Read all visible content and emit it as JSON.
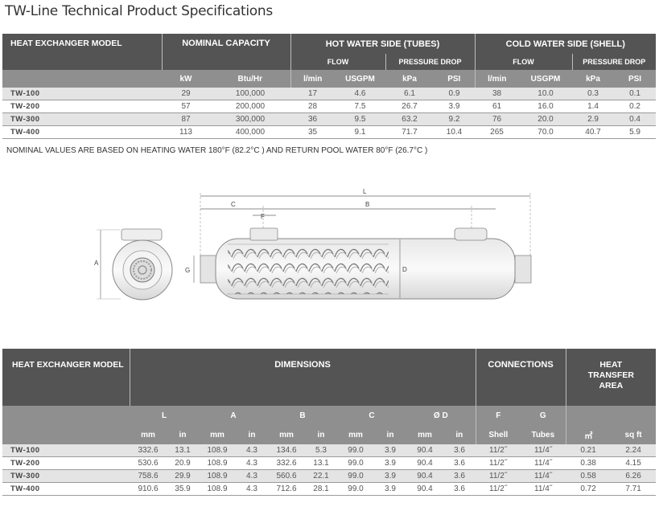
{
  "title": "TW-Line Technical Product Specifications",
  "table1": {
    "headers": {
      "model": "HEAT EXCHANGER MODEL",
      "nominal_capacity": "NOMINAL CAPACITY",
      "hot_side": "HOT WATER SIDE (TUBES)",
      "cold_side": "COLD WATER SIDE (SHELL)",
      "flow": "FLOW",
      "pressure_drop": "PRESSURE DROP"
    },
    "units": [
      "kW",
      "Btu/Hr",
      "l/min",
      "USGPM",
      "kPa",
      "PSI",
      "l/min",
      "USGPM",
      "kPa",
      "PSI"
    ],
    "rows": [
      {
        "model": "TW-100",
        "cells": [
          "29",
          "100,000",
          "17",
          "4.6",
          "6.1",
          "0.9",
          "38",
          "10.0",
          "0.3",
          "0.1"
        ]
      },
      {
        "model": "TW-200",
        "cells": [
          "57",
          "200,000",
          "28",
          "7.5",
          "26.7",
          "3.9",
          "61",
          "16.0",
          "1.4",
          "0.2"
        ]
      },
      {
        "model": "TW-300",
        "cells": [
          "87",
          "300,000",
          "36",
          "9.5",
          "63.2",
          "9.2",
          "76",
          "20.0",
          "2.9",
          "0.4"
        ]
      },
      {
        "model": "TW-400",
        "cells": [
          "113",
          "400,000",
          "35",
          "9.1",
          "71.7",
          "10.4",
          "265",
          "70.0",
          "40.7",
          "5.9"
        ]
      }
    ]
  },
  "note": "NOMINAL VALUES ARE BASED ON HEATING WATER 180°F (82.2°C ) AND RETURN POOL WATER 80°F (26.7°C )",
  "diagram": {
    "labels": {
      "L": "L",
      "B": "B",
      "C": "C",
      "F": "F",
      "A": "A",
      "G": "G",
      "D": "D"
    }
  },
  "table2": {
    "headers": {
      "model": "HEAT EXCHANGER MODEL",
      "dimensions": "DIMENSIONS",
      "connections": "CONNECTIONS",
      "heat_transfer_area": "HEAT TRANSFER AREA"
    },
    "groups": [
      "L",
      "A",
      "B",
      "C",
      "Ø D",
      "F",
      "G"
    ],
    "units": [
      "mm",
      "in",
      "mm",
      "in",
      "mm",
      "in",
      "mm",
      "in",
      "mm",
      "in",
      "Shell",
      "Tubes",
      "㎡",
      "sq ft"
    ],
    "rows": [
      {
        "model": "TW-100",
        "cells": [
          "332.6",
          "13.1",
          "108.9",
          "4.3",
          "134.6",
          "5.3",
          "99.0",
          "3.9",
          "90.4",
          "3.6",
          "11/2˝",
          "11/4˝",
          "0.21",
          "2.24"
        ]
      },
      {
        "model": "TW-200",
        "cells": [
          "530.6",
          "20.9",
          "108.9",
          "4.3",
          "332.6",
          "13.1",
          "99.0",
          "3.9",
          "90.4",
          "3.6",
          "11/2˝",
          "11/4˝",
          "0.38",
          "4.15"
        ]
      },
      {
        "model": "TW-300",
        "cells": [
          "758.6",
          "29.9",
          "108.9",
          "4.3",
          "560.6",
          "22.1",
          "99.0",
          "3.9",
          "90.4",
          "3.6",
          "11/2˝",
          "11/4˝",
          "0.58",
          "6.26"
        ]
      },
      {
        "model": "TW-400",
        "cells": [
          "910.6",
          "35.9",
          "108.9",
          "4.3",
          "712.6",
          "28.1",
          "99.0",
          "3.9",
          "90.4",
          "3.6",
          "11/2˝",
          "11/4˝",
          "0.72",
          "7.71"
        ]
      }
    ]
  }
}
